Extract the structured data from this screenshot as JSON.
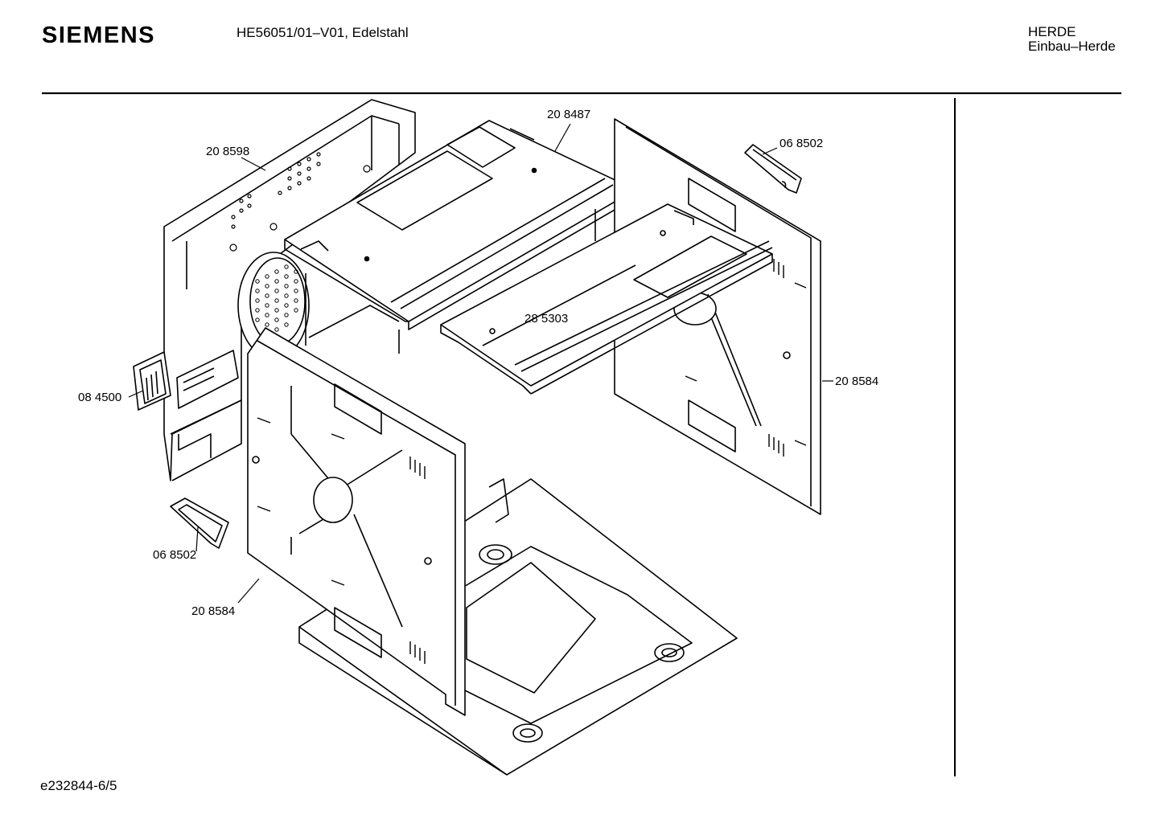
{
  "header": {
    "brand": "SIEMENS",
    "model": "HE56051/01–V01, Edelstahl",
    "category_line1": "HERDE",
    "category_line2": "Einbau–Herde"
  },
  "footer": {
    "doc_code": "e232844-6/5"
  },
  "parts": [
    {
      "id": "top-cover",
      "number": "20 8487"
    },
    {
      "id": "left-side-panel",
      "number": "20 8598"
    },
    {
      "id": "right-handle",
      "number": "06 8502"
    },
    {
      "id": "rear-rail",
      "number": "28 5303"
    },
    {
      "id": "right-side-panel",
      "number": "20 8584"
    },
    {
      "id": "connector",
      "number": "08 4500"
    },
    {
      "id": "left-handle",
      "number": "06 8502"
    },
    {
      "id": "left-side-liner",
      "number": "20 8584"
    }
  ]
}
